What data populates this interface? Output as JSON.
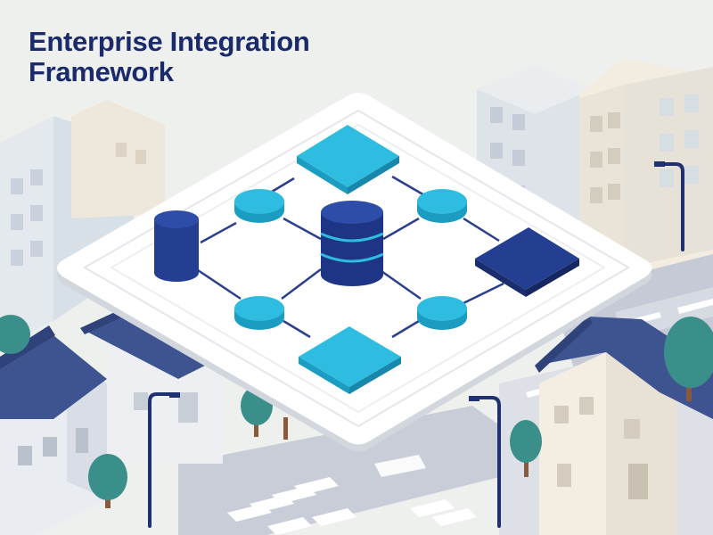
{
  "header": {
    "title_line1": "Enterprise Integration",
    "title_line2": "Framework"
  },
  "colors": {
    "background": "#eef0ee",
    "title": "#1b2a6b",
    "navy": "#243f91",
    "cyan": "#2ebde0",
    "roof": "#3d5491",
    "tree": "#3b8f8a",
    "road": "#c5cad6",
    "platform": "#ffffff"
  },
  "diagram": {
    "nodes": [
      {
        "name": "top-block",
        "shape": "flat-cube",
        "color": "cyan"
      },
      {
        "name": "left-upper-connector",
        "shape": "disc",
        "color": "cyan"
      },
      {
        "name": "right-upper-connector",
        "shape": "disc",
        "color": "cyan"
      },
      {
        "name": "left-cylinder",
        "shape": "cylinder",
        "color": "navy"
      },
      {
        "name": "central-database",
        "shape": "database",
        "color": "navy"
      },
      {
        "name": "right-block",
        "shape": "flat-cube",
        "color": "navy"
      },
      {
        "name": "left-lower-connector",
        "shape": "disc",
        "color": "cyan"
      },
      {
        "name": "right-lower-connector",
        "shape": "disc",
        "color": "cyan"
      },
      {
        "name": "bottom-block",
        "shape": "flat-cube",
        "color": "cyan"
      }
    ],
    "edge_count": 12
  }
}
